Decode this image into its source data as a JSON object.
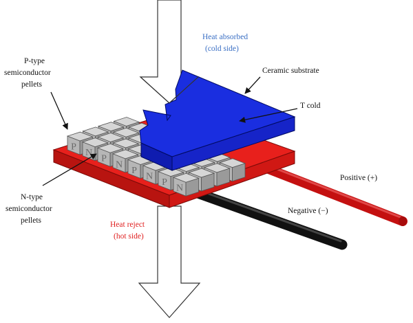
{
  "labels": {
    "heat_absorbed_1": "Heat absorbed",
    "heat_absorbed_2": "(cold side)",
    "ceramic": "Ceramic substrate",
    "t_cold": "T cold",
    "ptype_1": "P-type",
    "ptype_2": "semiconductor",
    "ptype_3": "pellets",
    "ntype_1": "N-type",
    "ntype_2": "semiconductor",
    "ntype_3": "pellets",
    "heat_reject_1": "Heat reject",
    "heat_reject_2": "(hot side)",
    "positive": "Positive (+)",
    "negative": "Negative (−)"
  },
  "pellet_letters": [
    "P",
    "N",
    "P",
    "N",
    "P",
    "N",
    "P",
    "N"
  ],
  "colors": {
    "hot_plate": "#e8201c",
    "cold_plate": "#1a2ee0",
    "pellet": "#c4c4c4",
    "positive_wire": "#c41010",
    "negative_wire": "#111111",
    "text_blue": "#3a6fc4",
    "text_red": "#e02020"
  }
}
